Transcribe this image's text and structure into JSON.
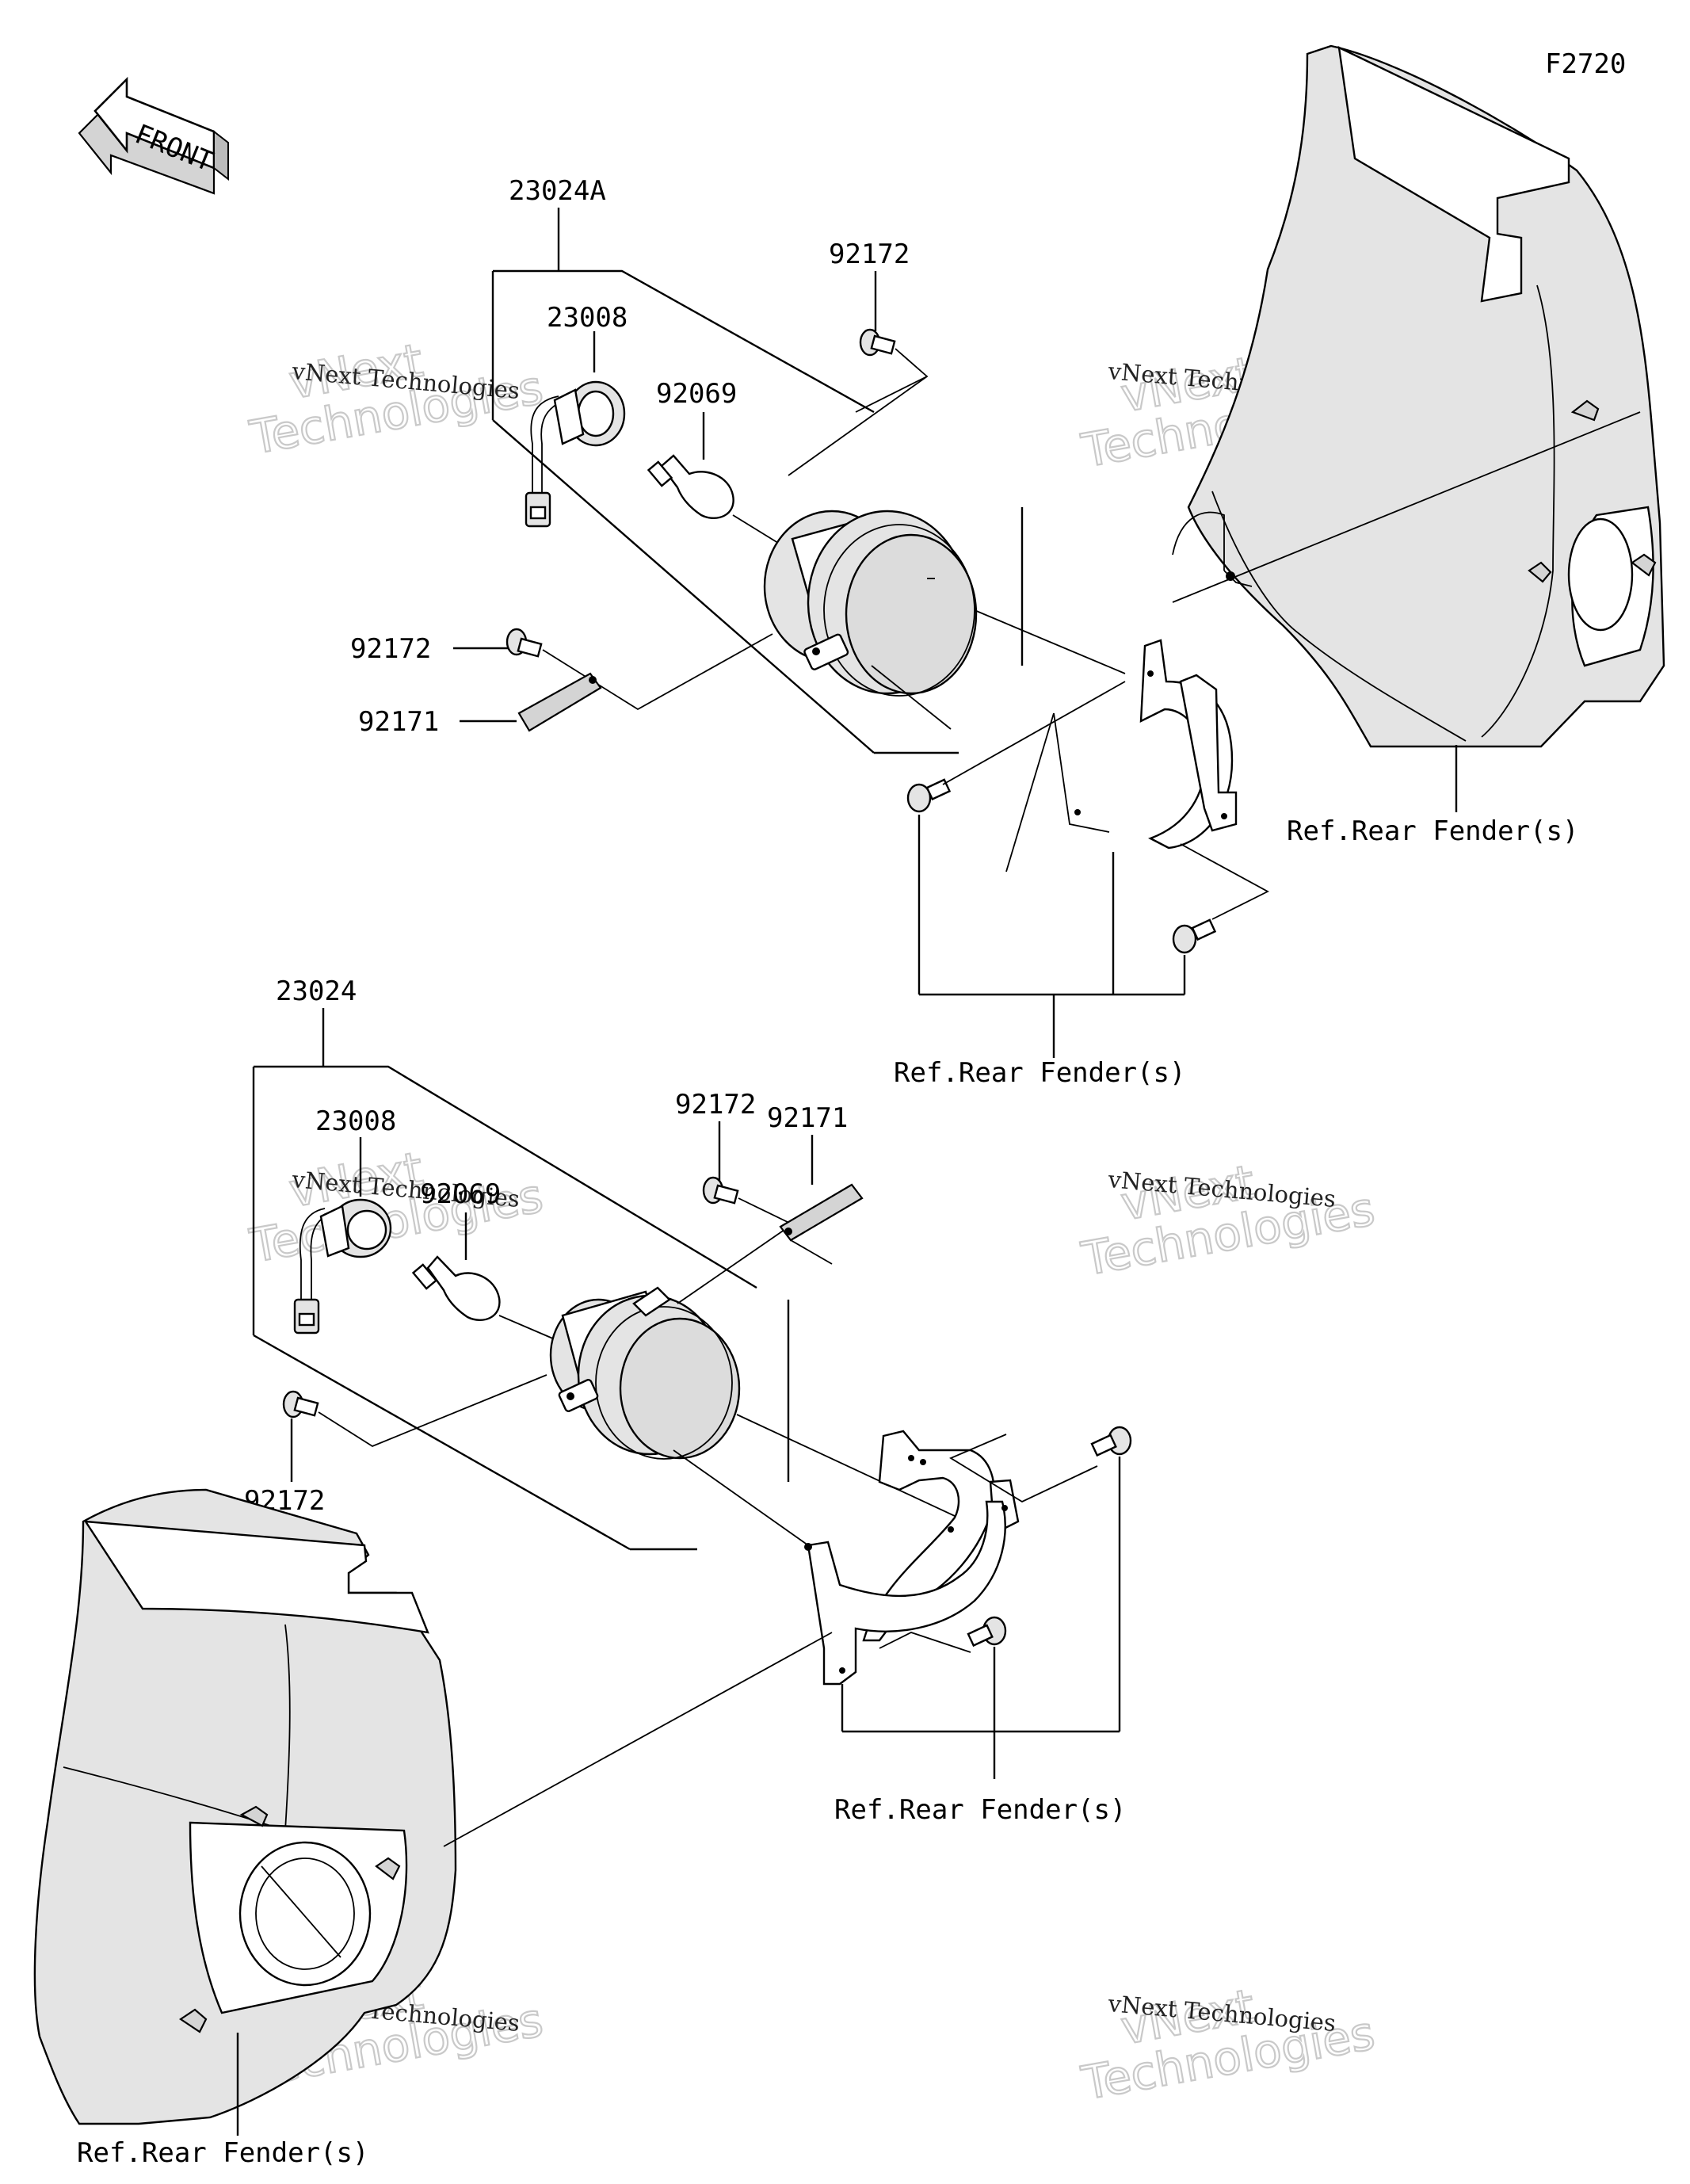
{
  "diagram_code": "F2720",
  "front_label": "FRONT",
  "labels": {
    "assy_upper": "23024A",
    "assy_lower": "23024",
    "socket_upper": "23008",
    "socket_lower": "23008",
    "bulb_upper": "92069",
    "bulb_lower": "92069",
    "bolt_upper_top": "92172",
    "bolt_upper_left": "92172",
    "strap_upper": "92171",
    "bolt_lower_mid": "92172",
    "strap_lower": "92171",
    "bolt_lower_left": "92172",
    "ref_upper_right": "Ref.Rear Fender(s)",
    "ref_upper_middle": "Ref.Rear Fender(s)",
    "ref_lower_middle": "Ref.Rear Fender(s)",
    "ref_lower_left": "Ref.Rear Fender(s)"
  },
  "watermark": {
    "line1": "vNext",
    "line2": "Technologies",
    "small": "vNext Technologies"
  }
}
